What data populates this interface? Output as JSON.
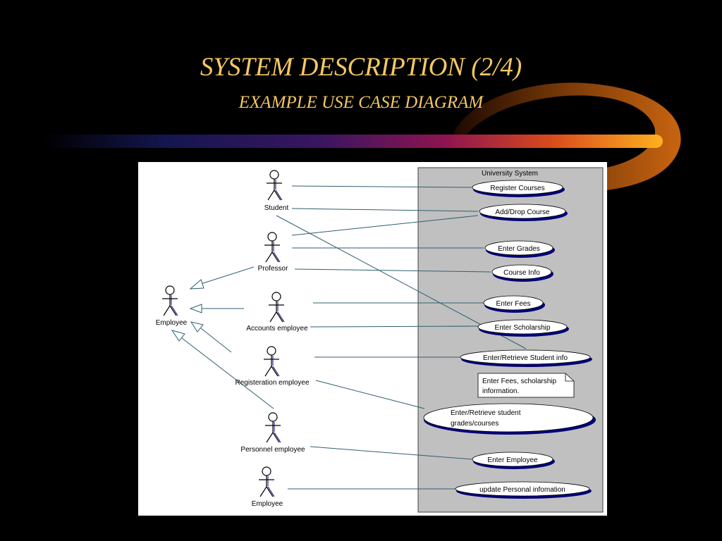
{
  "slide": {
    "title": "SYSTEM DESCRIPTION (2/4)",
    "subtitle": "EXAMPLE USE CASE DIAGRAM",
    "title_color": "#f5c862"
  },
  "diagram": {
    "system_boundary_label": "University System",
    "actors": {
      "student": "Student",
      "professor": "Professor",
      "employee_parent": "Employee",
      "accounts_employee": "Accounts employee",
      "registration_employee": "Registeration employee",
      "personnel_employee": "Personnel employee",
      "employee": "Employee"
    },
    "use_cases": {
      "register_courses": "Register Courses",
      "add_drop_course": "Add/Drop Course",
      "enter_grades": "Enter Grades",
      "course_info": "Course Info",
      "enter_fees": "Enter Fees",
      "enter_scholarship": "Enter Scholarship",
      "enter_retrieve_student_info": "Enter/Retrieve Student info",
      "enter_retrieve_grades_line1": "Enter/Retrieve student",
      "enter_retrieve_grades_line2": "grades/courses",
      "enter_employee": "Enter Employee",
      "update_personal_information": "update Personal infomation"
    },
    "note": {
      "line1": "Enter Fees, scholarship",
      "line2": "information."
    },
    "colors": {
      "boundary_fill": "#c0c0c0",
      "line": "#2f5f6f",
      "usecase_shadow": "#00007a"
    }
  }
}
